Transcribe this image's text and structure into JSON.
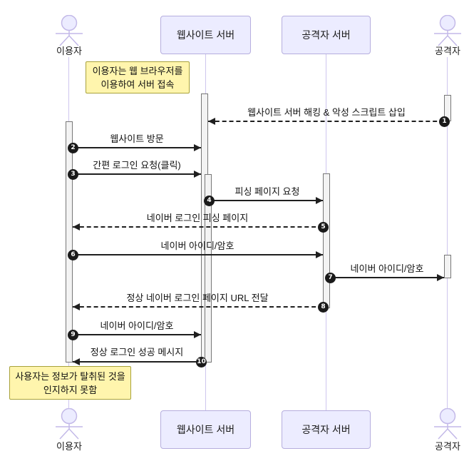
{
  "diagram": {
    "type": "sequence-diagram",
    "actors": [
      {
        "id": "user",
        "kind": "actor",
        "label": "이용자"
      },
      {
        "id": "website-server",
        "kind": "participant",
        "label": "웹사이트 서버"
      },
      {
        "id": "attacker-server",
        "kind": "participant",
        "label": "공격자 서버"
      },
      {
        "id": "attacker",
        "kind": "actor",
        "label": "공격자"
      }
    ],
    "notes": [
      {
        "id": "browser-access",
        "lines": [
          "이용자는 웹 브라우저를",
          "이용하여 서버 접속"
        ]
      },
      {
        "id": "unaware",
        "lines": [
          "사용자는 정보가 탈취된 것을",
          "인지하지 못함"
        ]
      }
    ],
    "messages": [
      {
        "num": "1",
        "label": "웹사이트 서버 해킹 & 악성 스크립트 삽입",
        "from": "attacker",
        "to": "website-server",
        "line": "dashed"
      },
      {
        "num": "2",
        "label": "웹사이트 방문",
        "from": "user",
        "to": "website-server",
        "line": "solid"
      },
      {
        "num": "3",
        "label": "간편 로그인 요청(클릭)",
        "from": "user",
        "to": "website-server",
        "line": "solid"
      },
      {
        "num": "4",
        "label": "피싱 페이지 요청",
        "from": "website-server",
        "to": "attacker-server",
        "line": "solid"
      },
      {
        "num": "5",
        "label": "네이버 로그인 피싱 페이지",
        "from": "attacker-server",
        "to": "user",
        "line": "dashed"
      },
      {
        "num": "6",
        "label": "네이버 아이디/암호",
        "from": "user",
        "to": "attacker-server",
        "line": "solid"
      },
      {
        "num": "7",
        "label": "네이버 아이디/암호",
        "from": "attacker-server",
        "to": "attacker",
        "line": "solid"
      },
      {
        "num": "8",
        "label": "정상 네이버 로그인 페이지 URL 전달",
        "from": "attacker-server",
        "to": "user",
        "line": "dashed"
      },
      {
        "num": "9",
        "label": "네이버 아이디/암호",
        "from": "user",
        "to": "website-server",
        "line": "solid"
      },
      {
        "num": "10",
        "label": "정상 로그인 성공 메시지",
        "from": "website-server",
        "to": "user",
        "line": "solid"
      }
    ],
    "colors": {
      "participant_fill": "#ECECFF",
      "participant_border": "#B6AEDE",
      "actor_stroke": "#C3B9E8",
      "lifeline": "#CEC6EE",
      "note_fill": "#FFF5AD",
      "note_border": "#A8A23B",
      "activation_fill": "#F3F3F3",
      "activation_border": "#777777",
      "arrow": "#1F1F1F",
      "number_bg": "#1A1A1A",
      "number_text": "#FFFFFF"
    }
  }
}
